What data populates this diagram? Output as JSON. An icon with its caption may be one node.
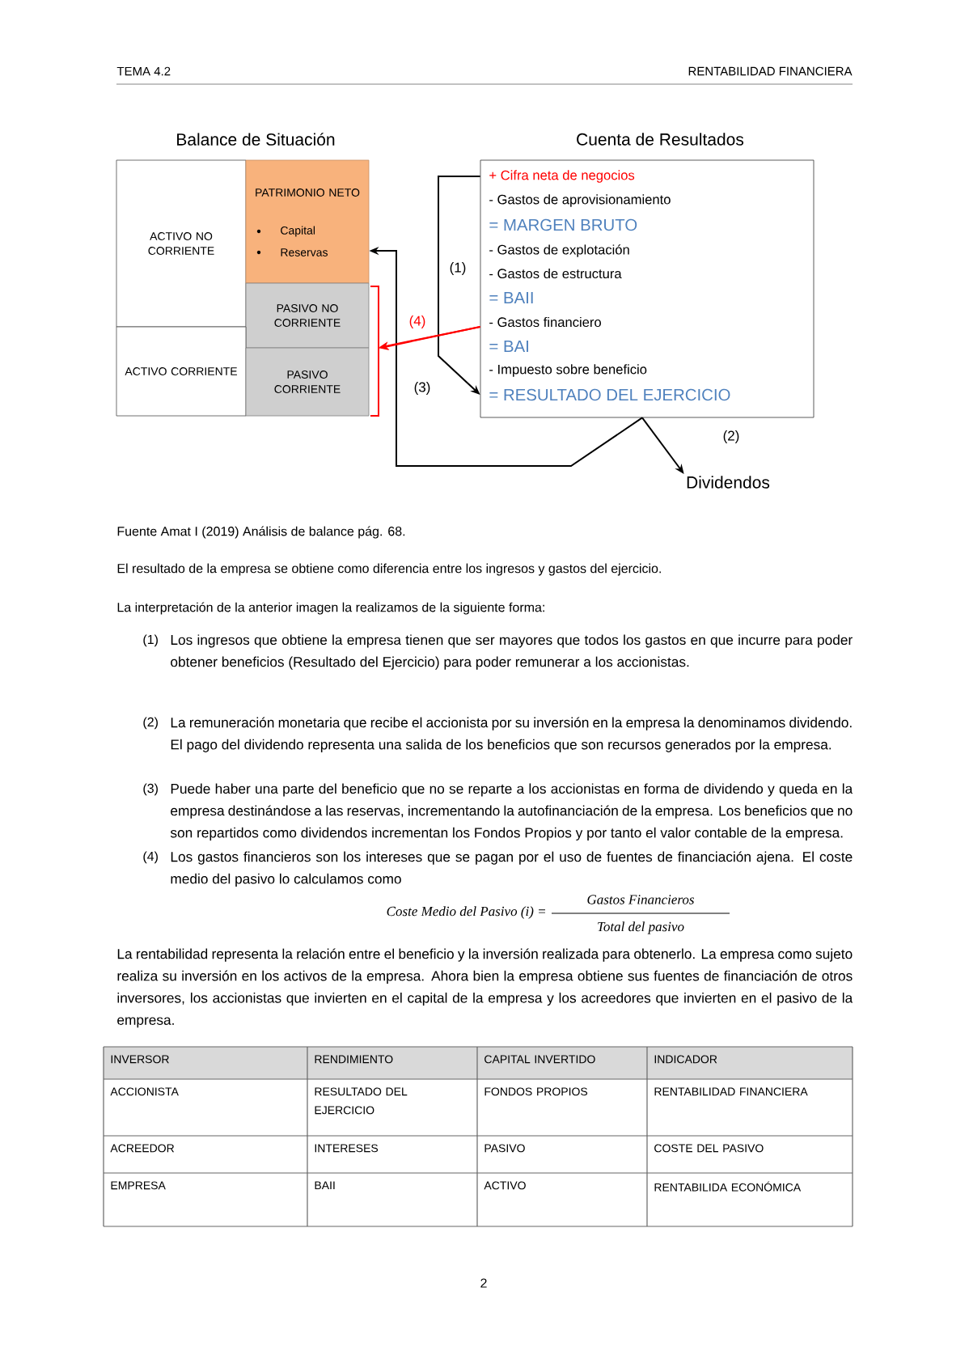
{
  "diagram": {
    "nodes": [
      {
        "text": [
          "ACTIVO NO CORRIENTE"
        ]
      },
      {
        "text": [
          "PATRIMONIO NETO",
          "Capital",
          "Reservas"
        ]
      },
      {
        "text": [
          "PASIVO NO CORRIENTE"
        ]
      },
      {
        "text": [
          "ACTIVO CORRIENTE"
        ]
      },
      {
        "text": [
          "PASIVO CORRIENTE"
        ]
      },
      {
        "text": [
          "Cuenta de Resultados",
          "+ Cifra neta de negocios",
          "- Gastos de aprovisionamiento",
          "= MARGEN BRUTO",
          "- Gastos de explotación",
          "- Gastos de estructura",
          "= BAII",
          "- Gastos financiero",
          "= BAI",
          "- Impuesto sobre beneficio",
          "= RESULTADO DEL EJERCICIO"
        ]
      },
      {
        "text": [
          "Dividendos"
        ]
      }
    ],
    "edges": [
      {
        "from": 5,
        "to": 5,
        "arrow": "to",
        "label": "(1)"
      },
      {
        "from": 5,
        "to": 6,
        "arrow": "to",
        "label": "(2)"
      },
      {
        "from": 5,
        "to": 1,
        "arrow": "to",
        "label": "(3)"
      },
      {
        "from": 5,
        "to": 2,
        "arrow": "to",
        "label": "(4)",
        "color": "#ff0000"
      },
      {
        "from": 5,
        "to": 4,
        "arrow": "to",
        "color": "#ff0000"
      }
    ],
    "labels": [
      "TEMA 4.2",
      "RENTABILIDAD FINANCIERA",
      "Balance de Situación",
      "Fuente Amat I (2019) Análisis de balance pág. 68.",
      "El resultado de la empresa se obtiene como diferencia entre los ingresos y gastos del ejercicio.",
      "La interpretación de la anterior imagen la realizamos de la siguiente forma:",
      "(1)",
      "Los ingresos que obtiene la empresa tienen que ser mayores que todos los gastos en que incurre para poder obtener beneficios (Resultado del Ejercicio) para poder remunerar a los accionistas.",
      "(2)",
      "La remuneración monetaria que recibe el accionista por su inversión en la empresa la denominamos dividendo. El pago del dividendo representa una salida de los beneficios que son recursos generados por la empresa.",
      "(3)",
      "Puede haber una parte del beneficio que no se reparte a los accionistas en forma de dividendo y queda en la empresa destinándose a las reservas, incrementando la autofinanciación de la empresa. Los beneficios que no son repartidos como dividendos incrementan los Fondos Propios y por tanto el valor contable de la empresa.",
      "(4)",
      "Los gastos financieros son los intereses que se pagan por el uso de fuentes de financiación ajena. El coste medio del pasivo lo calculamos como",
      "Coste Medio del Pasivo (i) =",
      "Gastos Financieros",
      "Total del pasivo",
      "La rentabilidad representa la relación entre el beneficio y la inversión realizada para obtenerlo. La empresa como sujeto realiza su inversión en los activos de la empresa. Ahora bien la empresa obtiene sus fuentes de financiación de otros inversores, los accionistas que invierten en el capital de la empresa y los acreedores que invierten en el pasivo de la empresa.",
      "INVERSOR",
      "RENDIMIENTO",
      "CAPITAL INVERTIDO",
      "INDICADOR",
      "ACCIONISTA",
      "RESULTADO DEL EJERCICIO",
      "FONDOS PROPIOS",
      "RENTABILIDAD FINANCIERA",
      "ACREEDOR",
      "INTERESES",
      "PASIVO",
      "COSTE DEL PASIVO",
      "EMPRESA",
      "BAII",
      "ACTIVO",
      "RENTABILIDA ECONÓMICA",
      "2"
    ]
  }
}
